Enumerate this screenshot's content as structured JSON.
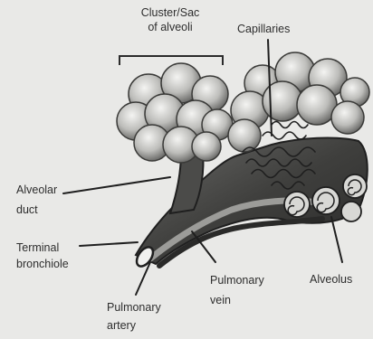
{
  "labels": {
    "cluster": [
      "Cluster/Sac",
      "of alveoli"
    ],
    "capillaries": "Capillaries",
    "alveolar_duct": [
      "Alveolar",
      "duct"
    ],
    "terminal_bronchiole": [
      "Terminal",
      "bronchiole"
    ],
    "pulmonary_vein": [
      "Pulmonary",
      "vein"
    ],
    "pulmonary_artery": [
      "Pulmonary",
      "artery"
    ],
    "alveolus": "Alveolus"
  }
}
